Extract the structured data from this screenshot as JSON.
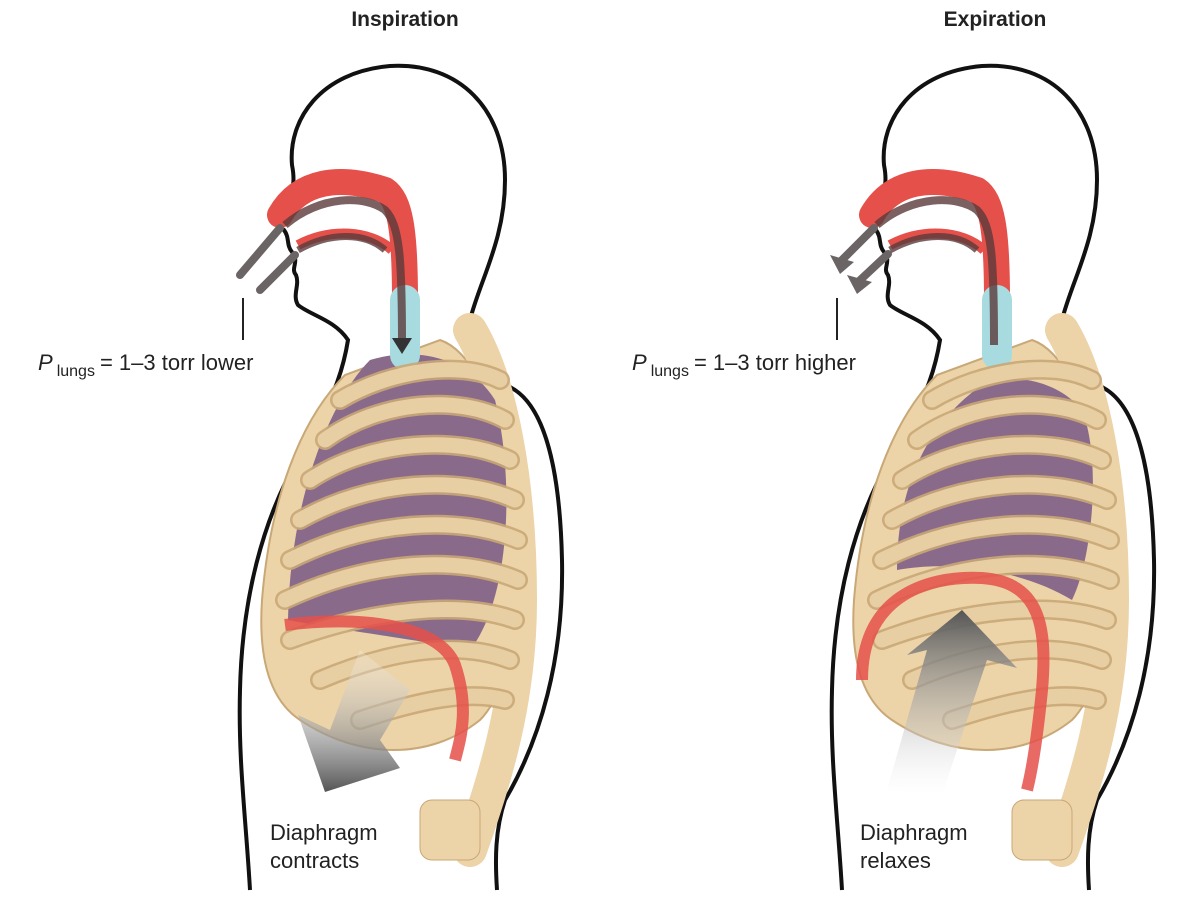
{
  "panels": [
    {
      "title": "Inspiration",
      "pressure": {
        "symbol": "P",
        "subscript": "lungs",
        "text": "= 1–3 torr lower"
      },
      "diaphragm": [
        "Diaphragm",
        "contracts"
      ],
      "air_flow": "in"
    },
    {
      "title": "Expiration",
      "pressure": {
        "symbol": "P",
        "subscript": "lungs",
        "text": "= 1–3 torr higher"
      },
      "diaphragm": [
        "Diaphragm",
        "relaxes"
      ],
      "air_flow": "out"
    }
  ],
  "colors": {
    "outline": "#111111",
    "bone": "#ecd3a8",
    "bone_edge": "#c9a877",
    "lung": "#8a6a8a",
    "airway": "#e5504a",
    "trachea": "#a8dbe0",
    "arrow": "#6b6464"
  }
}
